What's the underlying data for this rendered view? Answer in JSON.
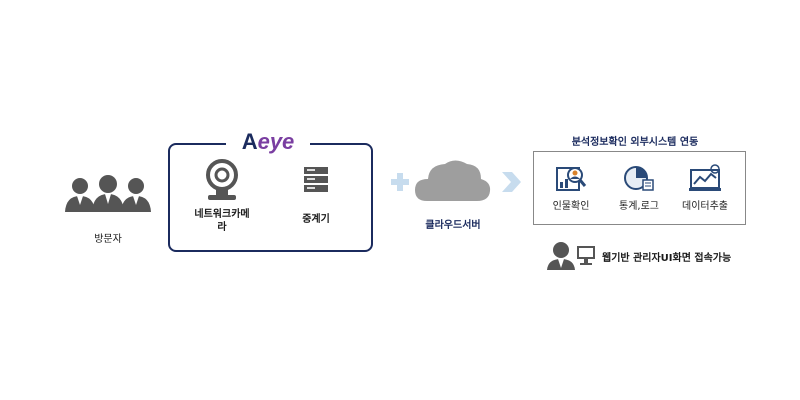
{
  "visitors": {
    "label": "방문자"
  },
  "aeye": {
    "logo_a": "A",
    "logo_eye": "eye",
    "camera_label": "네트워크카메\n라",
    "relay_label": "중계기"
  },
  "cloud": {
    "label": "클라우드서버"
  },
  "external": {
    "title": "분석정보확인 외부시스템 연동",
    "items": [
      {
        "label": "인물확인"
      },
      {
        "label": "통계,로그"
      },
      {
        "label": "데이터추출"
      }
    ]
  },
  "web_access": {
    "label": "웹기반 관리자UI화면 접속가능"
  },
  "colors": {
    "frame": "#1b2b5e",
    "accent_purple": "#7a3ea1",
    "cloud": "#9e9e9e",
    "arrow": "#c7dcee"
  }
}
